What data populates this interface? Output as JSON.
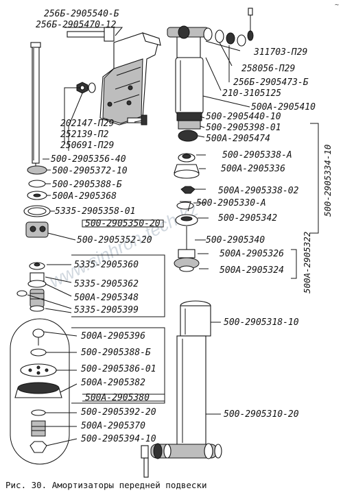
{
  "caption": "Рис. 30. Амортизаторы передней подвески",
  "corner_mark": "~",
  "watermark": "www.sinhron-tech.kz",
  "parts": [
    {
      "id": "p01",
      "label": "256Б-2905540-Б"
    },
    {
      "id": "p02",
      "label": "256Б-2905470-12"
    },
    {
      "id": "p03",
      "label": "311703-П29"
    },
    {
      "id": "p04",
      "label": "258056-П29"
    },
    {
      "id": "p05",
      "label": "256Б-2905473-Б"
    },
    {
      "id": "p06",
      "label": "210-3105125"
    },
    {
      "id": "p07",
      "label": "500А-2905410"
    },
    {
      "id": "p08",
      "label": "202147-П29"
    },
    {
      "id": "p09",
      "label": "252139-П2"
    },
    {
      "id": "p10",
      "label": "250691-П29"
    },
    {
      "id": "p11",
      "label": "500-2905440-10"
    },
    {
      "id": "p12",
      "label": "500-2905398-01"
    },
    {
      "id": "p13",
      "label": "500А-2905474"
    },
    {
      "id": "p14",
      "label": "500-2905356-40"
    },
    {
      "id": "p15",
      "label": "500-2905372-10"
    },
    {
      "id": "p16",
      "label": "500-2905338-А"
    },
    {
      "id": "p17",
      "label": "500А-2905336"
    },
    {
      "id": "p18",
      "label": "500-2905388-Б"
    },
    {
      "id": "p19",
      "label": "500А-2905368"
    },
    {
      "id": "p20",
      "label": "500А-2905338-02"
    },
    {
      "id": "p21",
      "label": "500-2905330-А"
    },
    {
      "id": "p22",
      "label": "5335-2905358-01"
    },
    {
      "id": "p23",
      "label": "500-2905342"
    },
    {
      "id": "p24",
      "label": "500-2905350-20"
    },
    {
      "id": "p25",
      "label": "500-2905352-20"
    },
    {
      "id": "p26",
      "label": "500-2905340"
    },
    {
      "id": "p27",
      "label": "500А-2905326"
    },
    {
      "id": "p28",
      "label": "5335-2905360"
    },
    {
      "id": "p29",
      "label": "500А-2905324"
    },
    {
      "id": "p30",
      "label": "5335-2905362"
    },
    {
      "id": "p31",
      "label": "500А-2905348"
    },
    {
      "id": "p32",
      "label": "5335-2905399"
    },
    {
      "id": "p33",
      "label": "500-2905318-10"
    },
    {
      "id": "p34",
      "label": "500А-2905396"
    },
    {
      "id": "p35",
      "label": "500-2905388-Б"
    },
    {
      "id": "p36",
      "label": "500-2905386-01"
    },
    {
      "id": "p37",
      "label": "500А-2905382"
    },
    {
      "id": "p38",
      "label": "500А-2905380"
    },
    {
      "id": "p39",
      "label": "500-2905392-20"
    },
    {
      "id": "p40",
      "label": "500-2905310-20"
    },
    {
      "id": "p41",
      "label": "500А-2905370"
    },
    {
      "id": "p42",
      "label": "500-2905394-10"
    },
    {
      "id": "p43",
      "label": "500-2905334-10"
    },
    {
      "id": "p44",
      "label": "500А-2905322"
    }
  ]
}
